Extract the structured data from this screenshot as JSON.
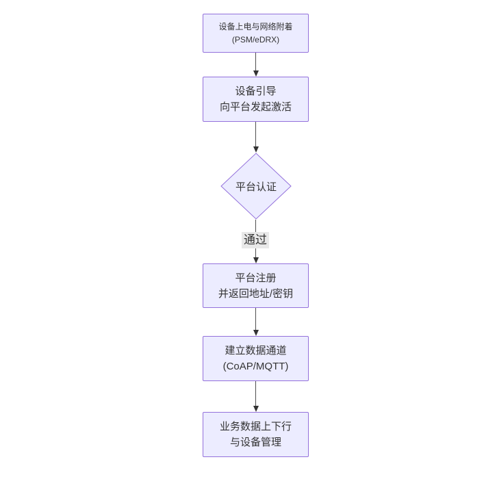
{
  "diagram": {
    "type": "flowchart",
    "direction": "top-down",
    "nodes": [
      {
        "id": "power-attach",
        "shape": "rect",
        "lines": [
          "设备上电与网络附着",
          "(PSM/eDRX)"
        ]
      },
      {
        "id": "bootstrap",
        "shape": "rect",
        "lines": [
          "设备引导",
          "向平台发起激活"
        ]
      },
      {
        "id": "auth",
        "shape": "diamond",
        "lines": [
          "平台认证"
        ]
      },
      {
        "id": "register",
        "shape": "rect",
        "lines": [
          "平台注册",
          "并返回地址/密钥"
        ]
      },
      {
        "id": "channel",
        "shape": "rect",
        "lines": [
          "建立数据通道",
          "(CoAP/MQTT)"
        ]
      },
      {
        "id": "business",
        "shape": "rect",
        "lines": [
          "业务数据上下行",
          "与设备管理"
        ]
      }
    ],
    "edges": [
      {
        "from": "power-attach",
        "to": "bootstrap",
        "label": ""
      },
      {
        "from": "bootstrap",
        "to": "auth",
        "label": ""
      },
      {
        "from": "auth",
        "to": "register",
        "label": "通过"
      },
      {
        "from": "register",
        "to": "channel",
        "label": ""
      },
      {
        "from": "channel",
        "to": "business",
        "label": ""
      }
    ],
    "colors": {
      "node_fill": "#ECECFF",
      "node_border": "#9370DB",
      "arrow": "#333333",
      "edge_line": "#4d4d4d",
      "edge_label_bg": "#e8e8e8",
      "text": "#333333",
      "background": "#ffffff"
    }
  }
}
